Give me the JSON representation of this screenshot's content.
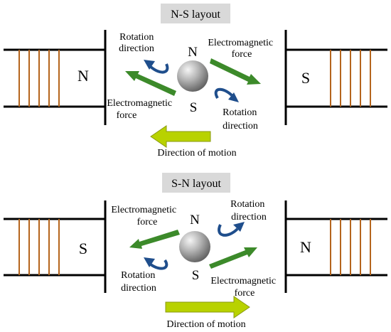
{
  "diagrams": [
    {
      "title": "N-S layout",
      "left_magnet_pole": "N",
      "right_magnet_pole": "S",
      "sphere_top_pole": "N",
      "sphere_bottom_pole": "S",
      "labels": {
        "rotation_top": [
          "Rotation",
          "direction"
        ],
        "force_top": [
          "Electromagnetic",
          "force"
        ],
        "force_bottom": [
          "Electromagnetic",
          "force"
        ],
        "rotation_bottom": [
          "Rotation",
          "direction"
        ]
      },
      "motion_label": "Direction of motion",
      "motion_direction": "left"
    },
    {
      "title": "S-N layout",
      "left_magnet_pole": "S",
      "right_magnet_pole": "N",
      "sphere_top_pole": "N",
      "sphere_bottom_pole": "S",
      "labels": {
        "force_top": [
          "Electromagnetic",
          "force"
        ],
        "rotation_top": [
          "Rotation",
          "direction"
        ],
        "rotation_bottom": [
          "Rotation",
          "direction"
        ],
        "force_bottom": [
          "Electromagnetic",
          "force"
        ]
      },
      "motion_label": "Direction of motion",
      "motion_direction": "right"
    }
  ],
  "colors": {
    "north": "#3a6bc4",
    "south": "#a0401a",
    "coil": "#b5651d",
    "force_arrow": "#3c8a2a",
    "rotation_arrow": "#1f4e8c",
    "motion_arrow": "#b8d200",
    "motion_arrow_edge": "#8a9a10",
    "title_box": "#d9d9d9"
  }
}
